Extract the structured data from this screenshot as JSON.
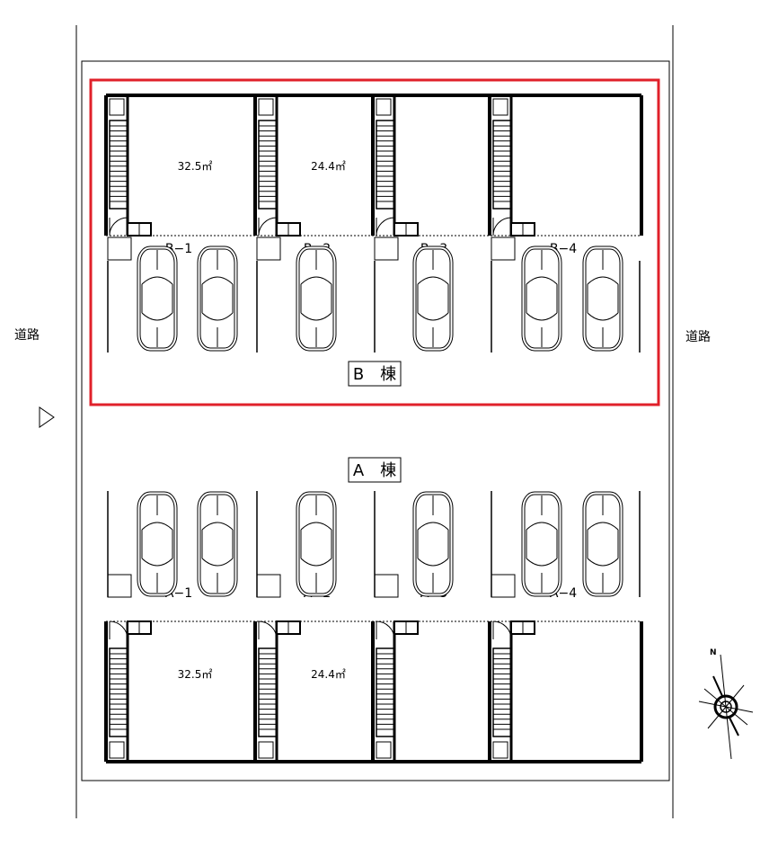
{
  "roads": {
    "left": "道路",
    "right": "道路"
  },
  "buildings": [
    {
      "id": "B",
      "label": "B　棟",
      "highlighted": true,
      "units": [
        {
          "label": "B−1",
          "area": "32.5㎡"
        },
        {
          "label": "B−2",
          "area": "24.4㎡"
        },
        {
          "label": "B−3",
          "area": ""
        },
        {
          "label": "B−4",
          "area": ""
        }
      ]
    },
    {
      "id": "A",
      "label": "A　棟",
      "highlighted": false,
      "units": [
        {
          "label": "A−1",
          "area": "32.5㎡"
        },
        {
          "label": "A−2",
          "area": "24.4㎡"
        },
        {
          "label": "A−3",
          "area": ""
        },
        {
          "label": "A−4",
          "area": ""
        }
      ]
    }
  ],
  "compass": {
    "north_label": "N"
  },
  "colors": {
    "highlight": "#e0202a",
    "ink": "#000000"
  }
}
